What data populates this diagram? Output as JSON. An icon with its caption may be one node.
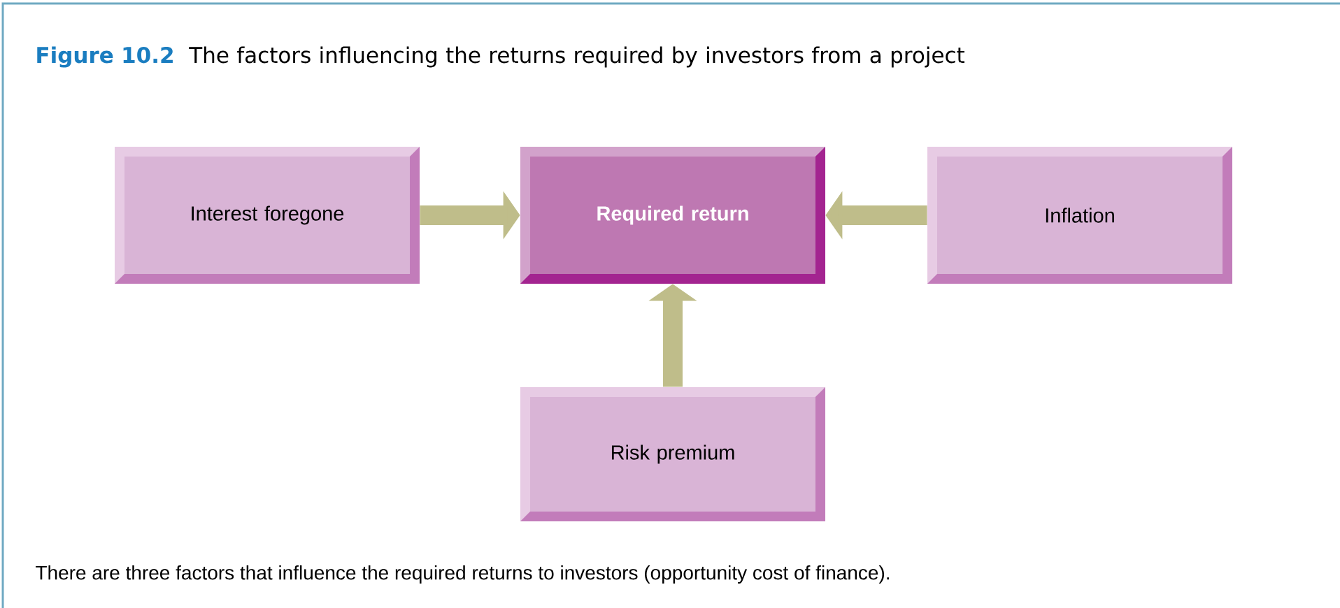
{
  "diagram": {
    "title": "The factors influencing the returns required by investors from a project",
    "caption": "There are three factors that influence the required returns to investors (opportunity cost of finance).",
    "nodes": [
      {
        "text": [
          "Interest foregone"
        ]
      },
      {
        "text": [
          "Required return"
        ]
      },
      {
        "text": [
          "Inflation"
        ]
      },
      {
        "text": [
          "Risk premium"
        ]
      }
    ],
    "edges": [
      {
        "from": 0,
        "to": 1,
        "arrow": "to"
      },
      {
        "from": 2,
        "to": 1,
        "arrow": "to"
      },
      {
        "from": 3,
        "to": 1,
        "arrow": "to"
      }
    ],
    "labels": [
      "Figure 10.2"
    ]
  }
}
